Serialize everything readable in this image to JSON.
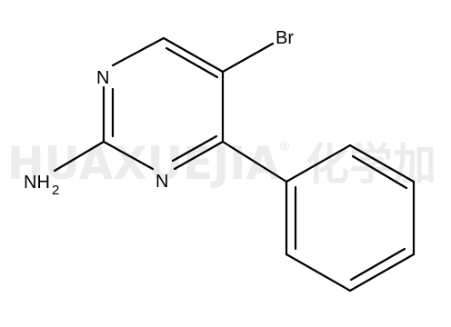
{
  "watermark": {
    "latin": "HUAXUEJIA",
    "registered": "®",
    "chinese": "化学加"
  },
  "molecule": {
    "atoms": {
      "bromine": "Br",
      "amine_n": "NH",
      "amine_h_count": "2",
      "ring_n1": "N",
      "ring_n3": "N"
    }
  }
}
